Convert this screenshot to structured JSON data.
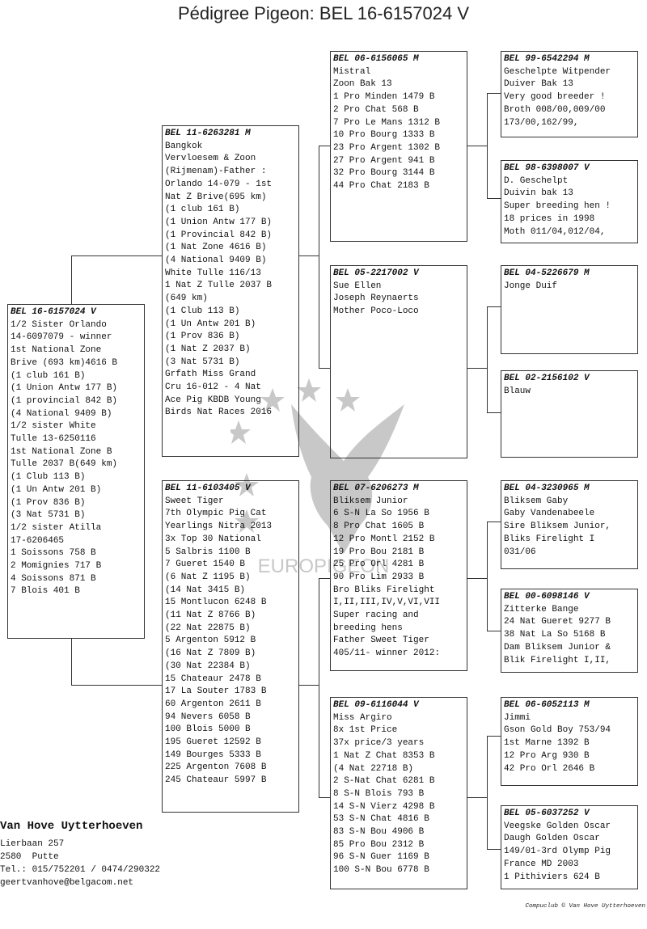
{
  "title": "Pédigree Pigeon: BEL 16-6157024 V",
  "subject": {
    "head": "BEL 16-6157024 V",
    "lines": [
      "1/2 Sister Orlando",
      "14-6097079 - winner",
      "1st National Zone",
      "Brive (693 km)4616 B",
      "(1 club 161 B)",
      "(1 Union Antw 177 B)",
      "(1 provincial 842 B)",
      "(4 National 9409 B)",
      "1/2 sister White",
      "Tulle 13-6250116",
      "1st National Zone B",
      "Tulle 2037 B(649 km)",
      "(1 Club 113 B)",
      "(1 Un Antw 201 B)",
      "(1 Prov 836 B)",
      "(3 Nat 5731 B)",
      "1/2 sister Atilla",
      "17-6206465",
      "1 Soissons 758 B",
      "2 Momignies 717 B",
      "4 Soissons 871 B",
      "7 Blois 401 B"
    ]
  },
  "father": {
    "head": "BEL 11-6263281 M",
    "lines": [
      "Bangkok",
      "Vervloesem & Zoon",
      "(Rijmenam)-Father :",
      "Orlando 14-079 - 1st",
      "Nat Z Brive(695 km)",
      "(1 club 161 B)",
      "(1 Union Antw 177 B)",
      "(1 Provincial 842 B)",
      "(1 Nat Zone 4616 B)",
      "(4 National 9409 B)",
      "White Tulle 116/13",
      "1 Nat Z Tulle 2037 B",
      "(649 km)",
      "(1 Club 113 B)",
      "(1 Un Antw 201 B)",
      "(1 Prov 836 B)",
      "(1 Nat Z 2037 B)",
      "(3 Nat 5731 B)",
      "Grfath Miss Grand",
      "Cru 16-012 - 4 Nat",
      "Ace Pig KBDB Young",
      "Birds Nat Races 2016"
    ]
  },
  "mother": {
    "head": "BEL 11-6103405 V",
    "lines": [
      "Sweet Tiger",
      "7th Olympic Pig Cat",
      "Yearlings Nitra 2013",
      "3x Top 30 National",
      "5 Salbris 1100 B",
      "7 Gueret 1540 B",
      "(6 Nat Z 1195 B)",
      "(14 Nat 3415 B)",
      "15 Montlucon 6248 B",
      "(11 Nat Z 8766 B)",
      "(22 Nat 22875 B)",
      "5 Argenton 5912 B",
      "(16 Nat Z 7809 B)",
      "(30 Nat 22384 B)",
      "15 Chateaur 2478 B",
      "17 La Souter 1783 B",
      "60 Argenton 2611 B",
      "94 Nevers 6058 B",
      "100 Blois 5000 B",
      "195 Gueret 12592 B",
      "149 Bourges 5333 B",
      "225 Argenton 7608 B",
      "245 Chateaur 5997 B"
    ]
  },
  "ff": {
    "head": "BEL 06-6156065 M",
    "lines": [
      "Mistral",
      "Zoon Bak 13",
      "1 Pro Minden 1479 B",
      "2 Pro Chat 568 B",
      "7 Pro Le Mans 1312 B",
      "10 Pro Bourg 1333 B",
      "23 Pro Argent 1302 B",
      "27 Pro Argent 941 B",
      "32 Pro Bourg 3144 B",
      "44 Pro Chat 2183 B"
    ]
  },
  "fm": {
    "head": "BEL 05-2217002 V",
    "lines": [
      "Sue Ellen",
      "Joseph Reynaerts",
      "Mother Poco-Loco"
    ]
  },
  "mf": {
    "head": "BEL 07-6206273 M",
    "lines": [
      "Bliksem Junior",
      "6 S-N La So 1956 B",
      "8 Pro Chat 1605 B",
      "12 Pro Montl 2152 B",
      "19 Pro Bou 2181 B",
      "25 Pro Orl 4281 B",
      "90 Pro Lim 2933 B",
      "Bro Bliks Firelight",
      "I,II,III,IV,V,VI,VII",
      "Super racing and",
      "breeding hens",
      "Father Sweet Tiger",
      "405/11- winner 2012:"
    ]
  },
  "mm": {
    "head": "BEL 09-6116044 V",
    "lines": [
      "Miss Argiro",
      "8x 1st Price",
      "37x price/3 years",
      "1 Nat Z Chat 8353 B",
      "(4 Nat 22718 B)",
      "2 S-Nat Chat 6281 B",
      "8 S-N Blois 793 B",
      "14 S-N Vierz 4298 B",
      "53 S-N Chat 4816 B",
      "83 S-N Bou 4906 B",
      "85 Pro Bou 2312 B",
      "96 S-N Guer 1169 B",
      "100 S-N Bou 6778 B"
    ]
  },
  "fff": {
    "head": "BEL 99-6542294 M",
    "lines": [
      "Geschelpte Witpender",
      "Duiver Bak 13",
      "Very good breeder !",
      "Broth 008/00,009/00",
      "173/00,162/99,"
    ]
  },
  "ffm": {
    "head": "BEL 98-6398007 V",
    "lines": [
      "D. Geschelpt",
      "Duivin bak 13",
      "Super breeding hen !",
      "18 prices in 1998",
      "Moth 011/04,012/04,"
    ]
  },
  "fmf": {
    "head": "BEL 04-5226679 M",
    "lines": [
      "Jonge Duif"
    ]
  },
  "fmm": {
    "head": "BEL 02-2156102 V",
    "lines": [
      "Blauw"
    ]
  },
  "mff": {
    "head": "BEL 04-3230965 M",
    "lines": [
      "Bliksem Gaby",
      "Gaby Vandenabeele",
      "Sire Bliksem Junior,",
      "Bliks Firelight I",
      "031/06"
    ]
  },
  "mfm": {
    "head": "BEL 00-6098146 V",
    "lines": [
      "Zitterke Bange",
      "24 Nat Gueret 9277 B",
      "38 Nat La So 5168 B",
      "Dam Bliksem Junior &",
      "Blik Firelight I,II,"
    ]
  },
  "mmf": {
    "head": "BEL 06-6052113 M",
    "lines": [
      "Jimmi",
      "Gson Gold Boy 753/94",
      "1st Marne 1392 B",
      "12 Pro Arg 930 B",
      "42 Pro Orl 2646 B"
    ]
  },
  "mmm": {
    "head": "BEL 05-6037252 V",
    "lines": [
      "Veegske Golden Oscar",
      "Daugh Golden Oscar",
      "149/01-3rd Olymp Pig",
      "France MD 2003",
      "1 Pithiviers 624 B"
    ]
  },
  "breeder": {
    "name": "Van Hove Uytterhoeven",
    "lines": [
      "Lierbaan 257",
      "2580  Putte",
      "Tel.: 015/752201 / 0474/290322",
      "geertvanhove@belgacom.net"
    ]
  },
  "footer": "Compuclub © Van Hove Uytterhoeven",
  "watermark": "EUROPIGEON",
  "colors": {
    "border": "#333333",
    "watermark": "#c8c8c8"
  }
}
